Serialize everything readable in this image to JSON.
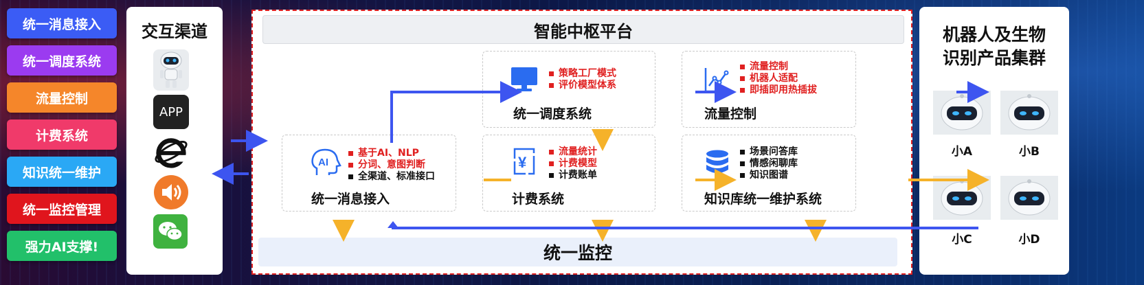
{
  "sidebar": {
    "items": [
      {
        "label": "统一消息接入",
        "color": "#3b5cf5"
      },
      {
        "label": "统一调度系统",
        "color": "#9b3bf0"
      },
      {
        "label": "流量控制",
        "color": "#f5862a"
      },
      {
        "label": "计费系统",
        "color": "#f03a6a"
      },
      {
        "label": "知识统一维护",
        "color": "#2aa8f5"
      },
      {
        "label": "统一监控管理",
        "color": "#e0151d"
      },
      {
        "label": "强力AI支撑!",
        "color": "#22c06a"
      }
    ]
  },
  "channels": {
    "title": "交互渠道",
    "app_label": "APP",
    "icons": [
      "robot-icon",
      "app-icon",
      "ie-browser-icon",
      "speaker-icon",
      "wechat-icon"
    ]
  },
  "platform": {
    "title": "智能中枢平台",
    "monitor_label": "统一监控",
    "boxes": {
      "message": {
        "title": "统一消息接入",
        "icon_text": "AI",
        "bullets": [
          {
            "text": "基于AI、NLP",
            "style": "red"
          },
          {
            "text": "分词、意图判断",
            "style": "red"
          },
          {
            "text": "全渠道、标准接口",
            "style": "blk"
          }
        ]
      },
      "dispatch": {
        "title": "统一调度系统",
        "bullets": [
          {
            "text": "策略工厂模式",
            "style": "red"
          },
          {
            "text": "评价模型体系",
            "style": "red"
          }
        ]
      },
      "flow": {
        "title": "流量控制",
        "bullets": [
          {
            "text": "流量控制",
            "style": "red"
          },
          {
            "text": "机器人适配",
            "style": "red"
          },
          {
            "text": "即插即用热插拔",
            "style": "red"
          }
        ]
      },
      "billing": {
        "title": "计费系统",
        "icon_text": "¥",
        "bullets": [
          {
            "text": "流量统计",
            "style": "red"
          },
          {
            "text": "计费模型",
            "style": "red"
          },
          {
            "text": "计费账单",
            "style": "blk"
          }
        ]
      },
      "knowledge": {
        "title": "知识库统一维护系统",
        "bullets": [
          {
            "text": "场景问答库",
            "style": "blk"
          },
          {
            "text": "情感闲聊库",
            "style": "blk"
          },
          {
            "text": "知识图谱",
            "style": "blk"
          }
        ]
      }
    }
  },
  "cluster": {
    "title_line1": "机器人及生物",
    "title_line2": "识别产品集群",
    "robots": [
      "小A",
      "小B",
      "小C",
      "小D"
    ]
  },
  "colors": {
    "blue_arrow": "#3d55f0",
    "yellow_arrow": "#f5b22a",
    "accent_blue": "#2a6cf0"
  }
}
